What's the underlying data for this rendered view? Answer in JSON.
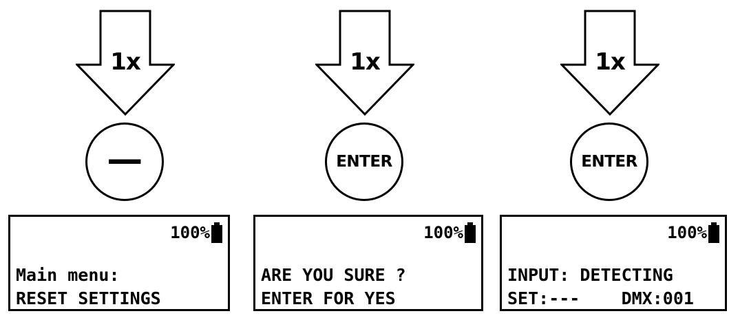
{
  "steps": [
    {
      "press_count": "1x",
      "button_label": "—",
      "display": {
        "battery": "100%",
        "line1": "Main menu:",
        "line2": "RESET SETTINGS"
      }
    },
    {
      "press_count": "1x",
      "button_label": "ENTER",
      "display": {
        "battery": "100%",
        "line1": "ARE YOU SURE ?",
        "line2": "ENTER FOR YES"
      }
    },
    {
      "press_count": "1x",
      "button_label": "ENTER",
      "display": {
        "battery": "100%",
        "line1": "INPUT: DETECTING",
        "line2": "SET:---    DMX:001"
      }
    }
  ]
}
